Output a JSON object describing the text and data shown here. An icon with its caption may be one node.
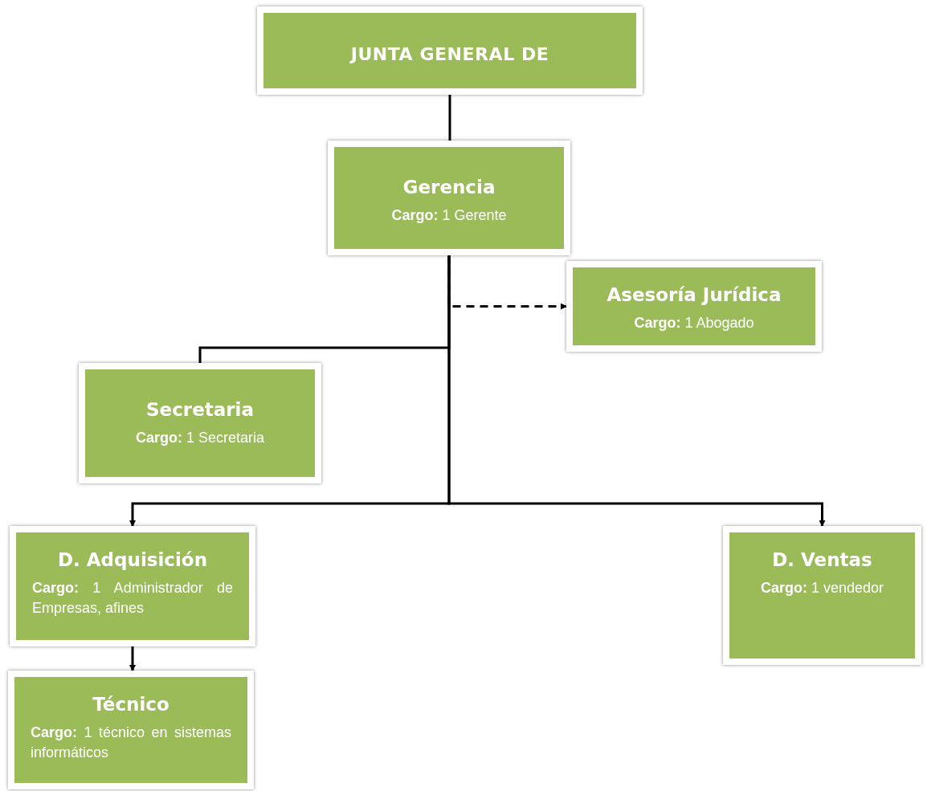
{
  "diagram": {
    "nodes": [
      {
        "text": [
          "JUNTA GENERAL DE"
        ]
      },
      {
        "text": [
          "Gerencia",
          "**Cargo:** 1 Gerente"
        ]
      },
      {
        "text": [
          "Asesoría Jurídica",
          "**Cargo:** 1 Abogado"
        ]
      },
      {
        "text": [
          "Secretaria",
          "**Cargo:** 1 Secretaria"
        ]
      },
      {
        "text": [
          "D. Adquisición",
          "**Cargo:** 1 Administrador de Empresas, afines"
        ]
      },
      {
        "text": [
          "D. Ventas",
          "**Cargo:** 1 vendedor"
        ]
      },
      {
        "text": [
          "Técnico",
          "**Cargo:** 1 técnico en sistemas informáticos"
        ]
      }
    ],
    "edges": [
      {
        "from": 0,
        "to": 1,
        "arrow": "none"
      },
      {
        "from": 1,
        "to": 2,
        "arrow": "to",
        "style": "dashed"
      },
      {
        "from": 1,
        "to": 3,
        "arrow": "none"
      },
      {
        "from": 1,
        "to": 4,
        "arrow": "to"
      },
      {
        "from": 1,
        "to": 5,
        "arrow": "to"
      },
      {
        "from": 4,
        "to": 6,
        "arrow": "to"
      }
    ]
  }
}
